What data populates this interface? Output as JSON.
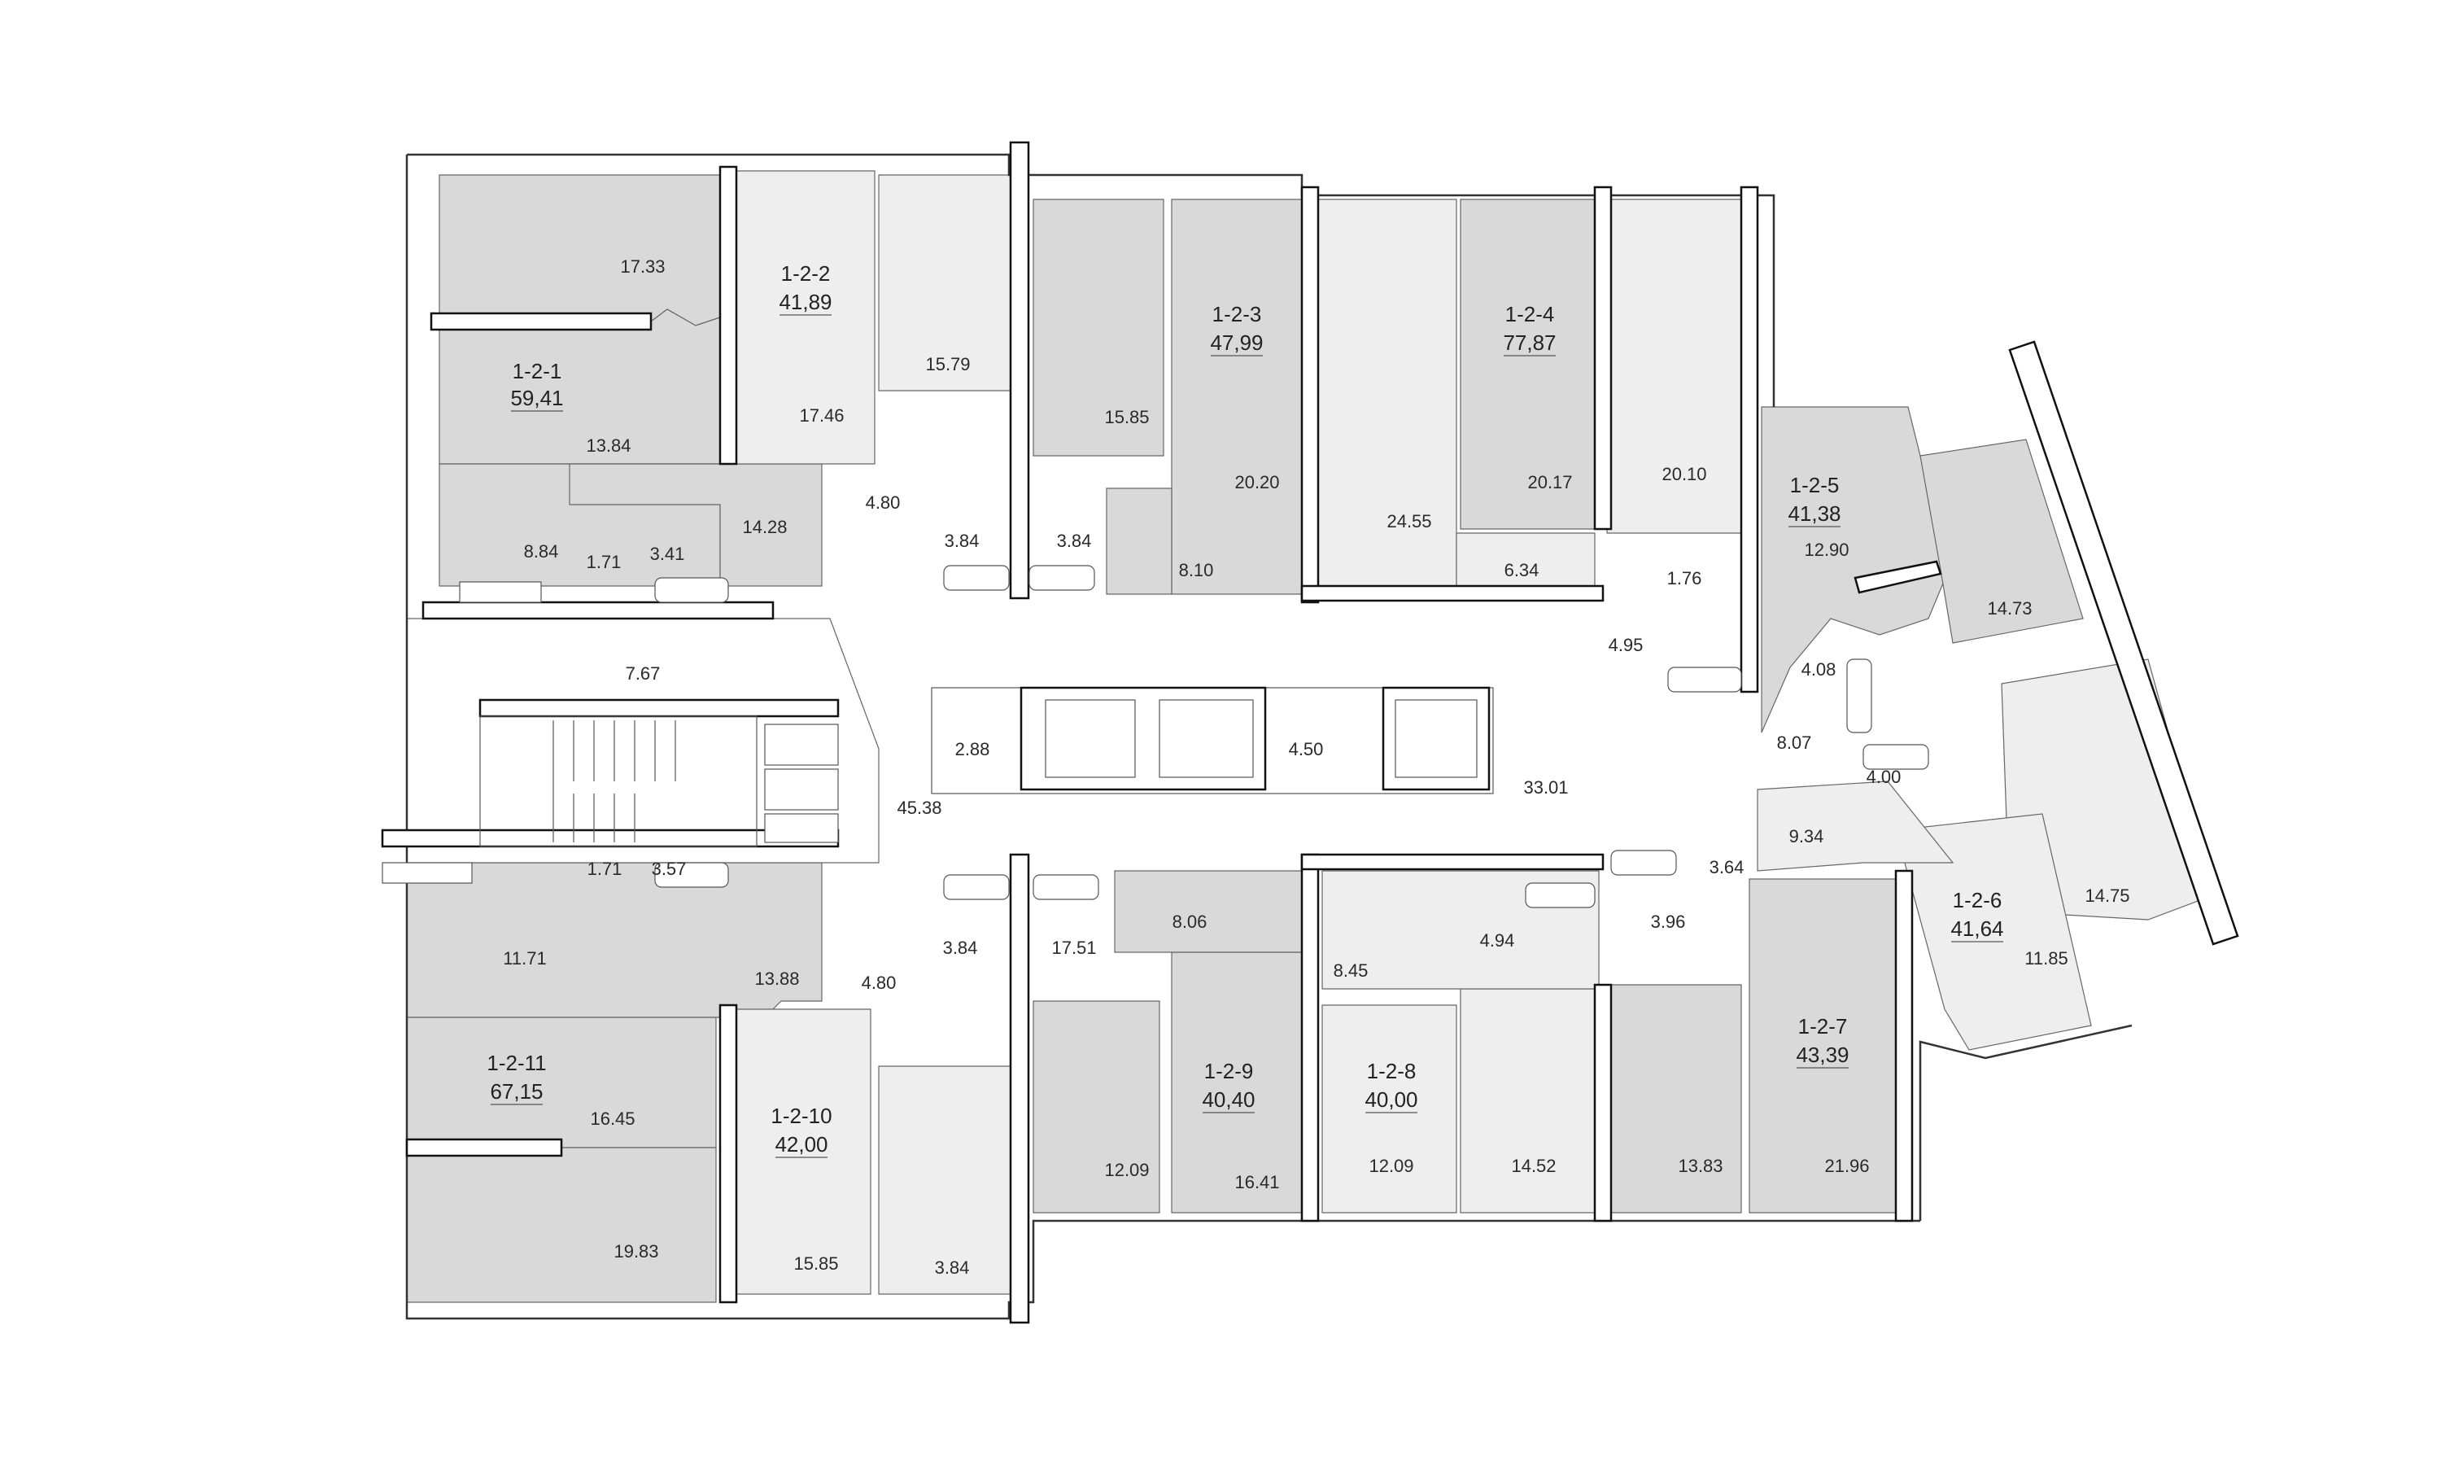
{
  "colors": {
    "background": "#ffffff",
    "apartment_dark": "#d9d9d9",
    "apartment_light": "#eeeeee",
    "common_area": "#ffffff",
    "wall": "#333333"
  },
  "apartments": [
    {
      "id": "1-2-1",
      "area": "59,41"
    },
    {
      "id": "1-2-2",
      "area": "41,89"
    },
    {
      "id": "1-2-3",
      "area": "47,99"
    },
    {
      "id": "1-2-4",
      "area": "77,87"
    },
    {
      "id": "1-2-5",
      "area": "41,38"
    },
    {
      "id": "1-2-6",
      "area": "41,64"
    },
    {
      "id": "1-2-7",
      "area": "43,39"
    },
    {
      "id": "1-2-8",
      "area": "40,00"
    },
    {
      "id": "1-2-9",
      "area": "40,40"
    },
    {
      "id": "1-2-10",
      "area": "42,00"
    },
    {
      "id": "1-2-11",
      "area": "67,15"
    }
  ],
  "room_areas": [
    "17.33",
    "13.84",
    "8.84",
    "1.71",
    "3.41",
    "14.28",
    "17.46",
    "15.79",
    "4.80",
    "3.84",
    "15.85",
    "3.84",
    "20.20",
    "8.10",
    "24.55",
    "20.17",
    "20.10",
    "6.34",
    "1.76",
    "4.95",
    "12.90",
    "14.73",
    "4.08",
    "8.07",
    "4.00",
    "9.34",
    "14.75",
    "11.85",
    "7.67",
    "2.88",
    "45.38",
    "4.50",
    "33.01",
    "11.71",
    "1.71",
    "3.57",
    "13.88",
    "16.45",
    "19.83",
    "4.80",
    "3.84",
    "17.51",
    "15.85",
    "3.84",
    "8.06",
    "12.09",
    "16.41",
    "8.45",
    "12.09",
    "4.94",
    "14.52",
    "3.96",
    "3.64",
    "13.83",
    "21.96"
  ]
}
